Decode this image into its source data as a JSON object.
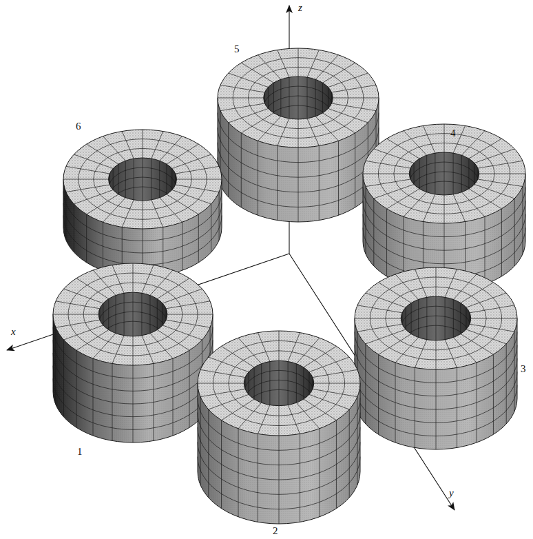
{
  "diagram": {
    "labels": [
      "z",
      "5",
      "6",
      "4",
      "x",
      "1",
      "3",
      "y",
      "2"
    ]
  }
}
